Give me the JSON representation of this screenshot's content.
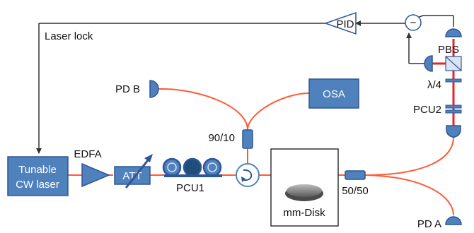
{
  "feedback": {
    "laser_lock": "Laser lock",
    "pid": "PID",
    "comparator_symbol": "−",
    "pbs": "PBS",
    "quarter_wave": "λ/4",
    "pcu2": "PCU2"
  },
  "components": {
    "laser_line1": "Tunable",
    "laser_line2": "CW laser",
    "edfa": "EDFA",
    "att": "ATT",
    "pcu1": "PCU1",
    "coupler_90_10": "90/10",
    "osa": "OSA",
    "pd_b": "PD B",
    "mm_disk": "mm-Disk",
    "coupler_50_50": "50/50",
    "pd_a": "PD A"
  },
  "colors": {
    "box_fill": "#4f81bd",
    "box_stroke": "#2f5597",
    "fiber": "#ff5a36",
    "beam": "#e8232a",
    "wire": "#333333",
    "bg": "#ffffff"
  }
}
